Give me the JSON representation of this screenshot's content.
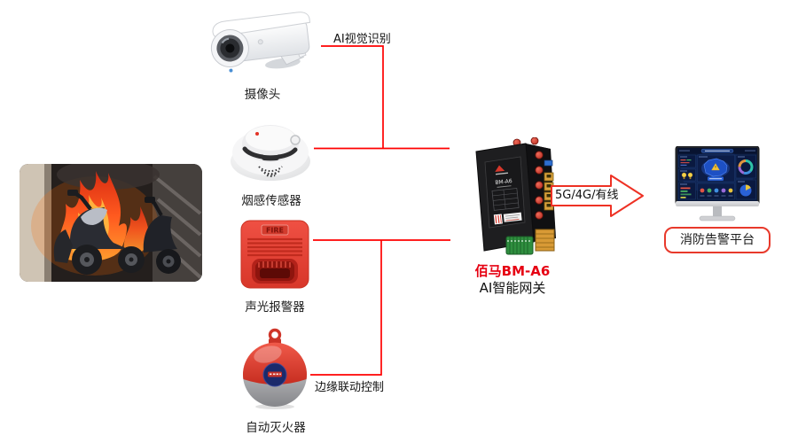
{
  "connections": {
    "ai_vision_label": "AI视觉识别",
    "edge_control_label": "边缘联动控制",
    "uplink_label": "5G/4G/有线"
  },
  "devices": {
    "camera": {
      "label": "摄像头"
    },
    "smoke_sensor": {
      "label": "烟感传感器"
    },
    "alarm": {
      "label": "声光报警器",
      "face_text": "FIRE"
    },
    "extinguisher": {
      "label": "自动灭火器"
    }
  },
  "gateway": {
    "brand_model": "佰马BM-A6",
    "subtitle": "AI智能网关",
    "front_model": "BM-A6"
  },
  "platform": {
    "label": "消防告警平台"
  },
  "colors": {
    "connector_red": "#ff0000",
    "brand_red": "#e60012",
    "arrow_red": "#ee3124",
    "platform_box_border": "#e8392b"
  }
}
